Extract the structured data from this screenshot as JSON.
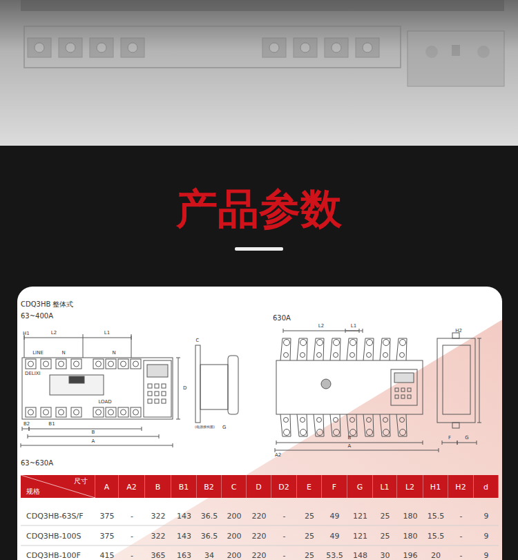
{
  "diagram": {
    "title": "产品参数",
    "nodes": [
      {
        "text": [
          "尺寸",
          "规格"
        ]
      },
      {
        "text": [
          "A"
        ]
      },
      {
        "text": [
          "A2"
        ]
      },
      {
        "text": [
          "B"
        ]
      },
      {
        "text": [
          "B1"
        ]
      },
      {
        "text": [
          "B2"
        ]
      },
      {
        "text": [
          "C"
        ]
      },
      {
        "text": [
          "D"
        ]
      },
      {
        "text": [
          "D2"
        ]
      },
      {
        "text": [
          "E"
        ]
      },
      {
        "text": [
          "F"
        ]
      },
      {
        "text": [
          "G"
        ]
      },
      {
        "text": [
          "L1"
        ]
      },
      {
        "text": [
          "L2"
        ]
      },
      {
        "text": [
          "H1"
        ]
      },
      {
        "text": [
          "H2"
        ]
      },
      {
        "text": [
          "d"
        ]
      }
    ],
    "labels": [
      "CDQ3HB 整体式",
      "63~400A",
      "H1",
      "L2",
      "L1",
      "LINE",
      "N",
      "N",
      "DELIXI",
      "LOAD",
      "B2",
      "B1",
      "B",
      "A",
      "C",
      "D",
      "(电源接线图)",
      "G",
      "630A",
      "L2",
      "L1",
      "H2",
      "F",
      "G",
      "A2",
      "B",
      "A",
      "63~630A",
      "CDQ3HB-63S/F",
      "375",
      "-",
      "322",
      "143",
      "36.5",
      "200",
      "220",
      "-",
      "25",
      "49",
      "121",
      "25",
      "180",
      "15.5",
      "-",
      "9",
      "CDQ3HB-100S",
      "375",
      "-",
      "322",
      "143",
      "36.5",
      "200",
      "220",
      "-",
      "25",
      "49",
      "121",
      "25",
      "180",
      "15.5",
      "-",
      "9",
      "CDQ3HB-100F",
      "415",
      "-",
      "365",
      "163",
      "34",
      "200",
      "220",
      "-",
      "25",
      "53.5",
      "148",
      "30",
      "196",
      "20",
      "-",
      "9"
    ]
  }
}
